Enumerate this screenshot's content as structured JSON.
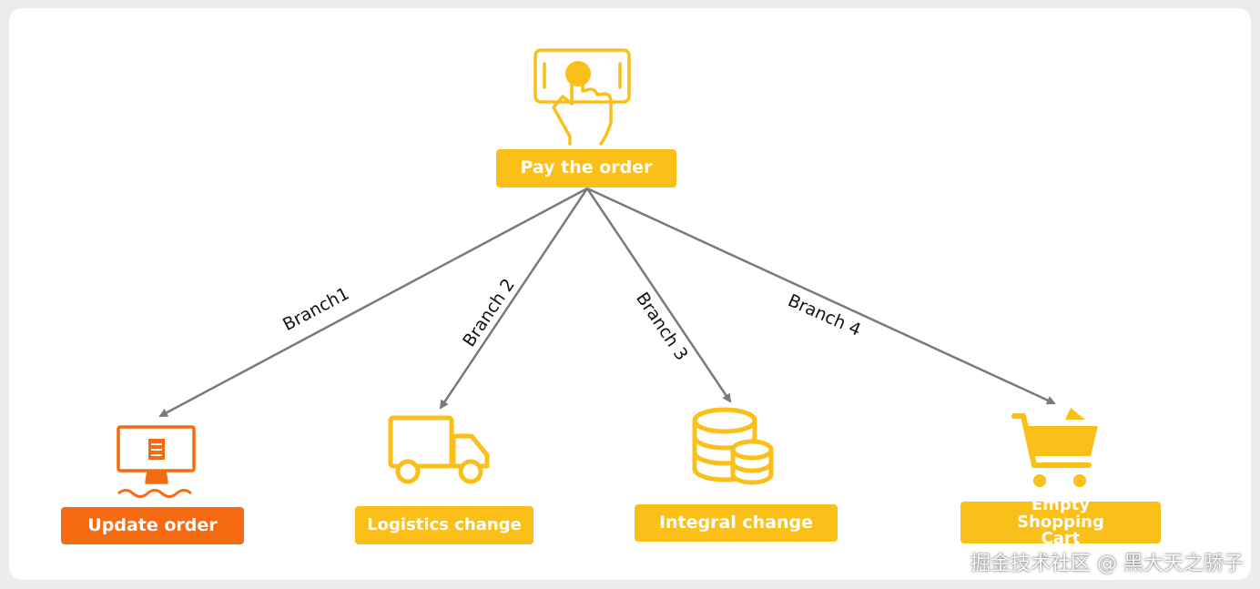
{
  "root": {
    "label": "Pay the order"
  },
  "branches": [
    {
      "edge_label": "Branch1",
      "target": "Update order"
    },
    {
      "edge_label": "Branch 2",
      "target": "Logistics change"
    },
    {
      "edge_label": "Branch 3",
      "target": "Integral change"
    },
    {
      "edge_label": "Branch 4",
      "target": "Empty Shopping Cart"
    }
  ],
  "watermark": "掘金技术社区 @ 黑大天之骄子",
  "colors": {
    "yellow": "#fbbf1a",
    "orange": "#f66a12",
    "arrow": "#7a7a7a"
  },
  "icons": [
    "phone-tap-icon",
    "monitor-icon",
    "truck-icon",
    "coins-icon",
    "shopping-cart-icon"
  ]
}
